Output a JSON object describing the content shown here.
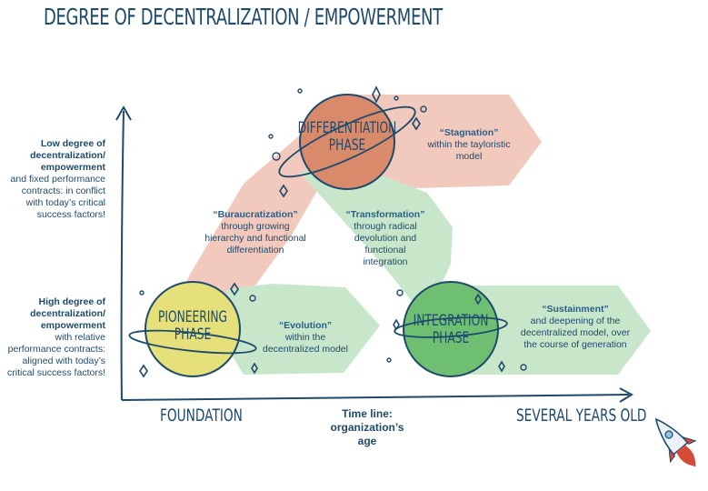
{
  "title": "DEGREE OF DECENTRALIZATION / EMPOWERMENT",
  "y_axis": {
    "top": {
      "bold": "Low degree of decentralization/ empowerment",
      "text": "and fixed performance contracts: in conflict with today’s critical success factors!"
    },
    "bottom": {
      "bold": "High degree of decentralization/ empowerment",
      "text": "with relative performance contracts: aligned with today’s critical success factors!"
    }
  },
  "x_axis": {
    "left": "FOUNDATION",
    "center": "Time line: organization’s age",
    "right": "SEVERAL YEARS OLD"
  },
  "phases": {
    "pioneering": {
      "line1": "PIONEERING",
      "line2": "PHASE"
    },
    "differentiation": {
      "line1": "DIFFERENTIATION",
      "line2": "PHASE"
    },
    "integration": {
      "line1": "INTEGRATION",
      "line2": "PHASE"
    }
  },
  "arrows": {
    "stagnation": {
      "bold": "“Stagnation”",
      "text": "within the tayloristic model"
    },
    "buraucratization": {
      "bold": "“Buraucratization”",
      "text": "through growing hierarchy and functional differentiation"
    },
    "transformation": {
      "bold": "“Transformation”",
      "text": "through radical devolution and functional integration"
    },
    "evolution": {
      "bold": "“Evolution”",
      "text": "within the decentralized model"
    },
    "sustainment": {
      "bold": "“Sustainment”",
      "text": "and deepening of the decentralized model, over the course of generation"
    }
  },
  "colors": {
    "ink": "#1e4a6b",
    "red_arrow": "#f2c9bd",
    "green_arrow": "#c8e6c9",
    "pioneering": "#e6e07a",
    "differentiation": "#d98a6a",
    "integration": "#6fbf73"
  }
}
